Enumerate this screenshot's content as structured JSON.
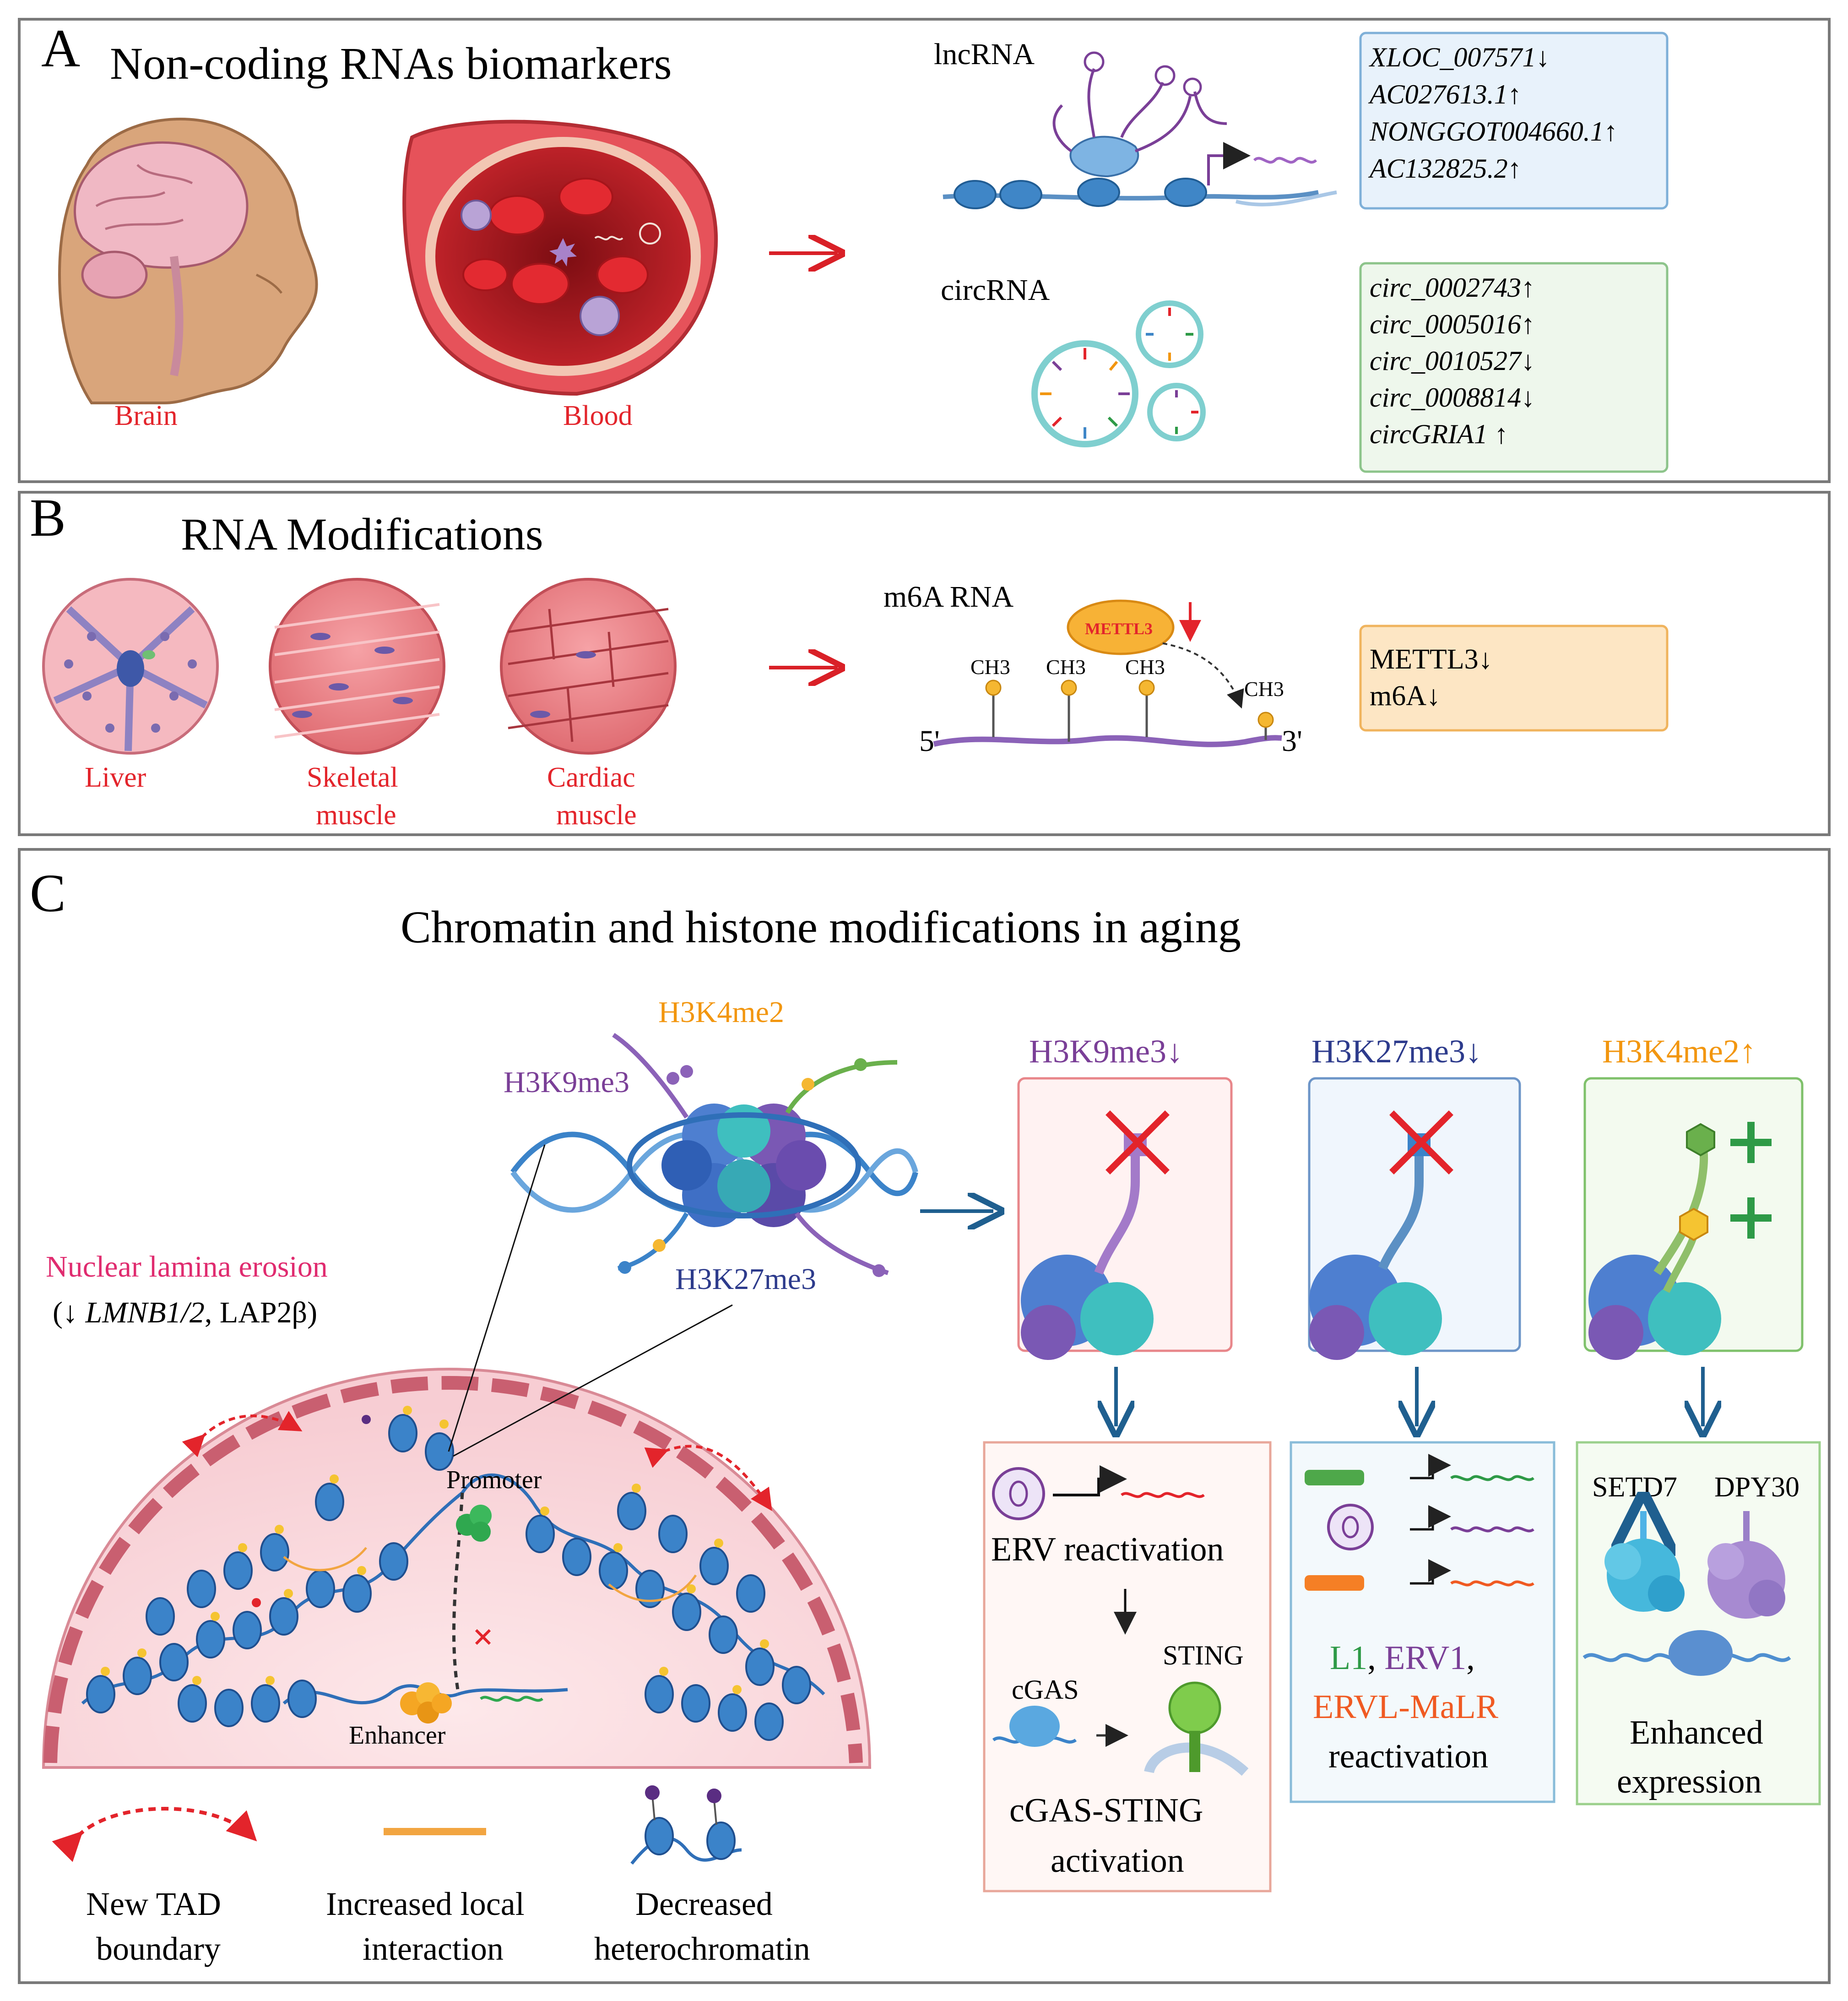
{
  "panelA": {
    "letter": "A",
    "title": "Non-coding RNAs biomarkers",
    "brain_label": "Brain",
    "blood_label": "Blood",
    "lncrna_title": "lncRNA",
    "circrna_title": "circRNA",
    "lncrna_markers": [
      "XLOC_007571↓",
      "AC027613.1↑",
      "NONGGOT004660.1↑",
      "AC132825.2↑"
    ],
    "circrna_markers": [
      "circ_0002743↑",
      "circ_0005016↑",
      "circ_0010527↓",
      "circ_0008814↓",
      "circGRIA1 ↑"
    ]
  },
  "panelB": {
    "letter": "B",
    "title": "RNA Modifications",
    "tissue_labels": [
      "Liver",
      "Skeletal",
      "muscle",
      "Cardiac",
      "muscle"
    ],
    "m6a_title": "m6A RNA",
    "enzyme_label": "METTL3",
    "ch3_label": "CH3",
    "five_prime": "5'",
    "three_prime": "3'",
    "markers": [
      "METTL3↓",
      "m6A↓"
    ]
  },
  "panelC": {
    "letter": "C",
    "title": "Chromatin and histone modifications in aging",
    "nucleosome_marks": {
      "h3k4me2": "H3K4me2",
      "h3k9me3": "H3K9me3",
      "h3k27me3": "H3K27me3"
    },
    "lamina_title": "Nuclear lamina erosion",
    "lamina_sub_open": "(↓ ",
    "lamina_sub_genes": "LMNB1/2",
    "lamina_sub_close": ", LAP2β)",
    "promoter_label": "Promoter",
    "enhancer_label": "Enhancer",
    "col1_title": "H3K9me3↓",
    "col2_title": "H3K27me3↓",
    "col3_title": "H3K4me2↑",
    "col1_result1": "ERV reactivation",
    "col1_cgas": "cGAS",
    "col1_sting": "STING",
    "col1_result2_line1": "cGAS-STING",
    "col1_result2_line2": "activation",
    "col2_l1": "L1",
    "col2_sep1": ", ",
    "col2_erv1": "ERV1",
    "col2_sep2": ",",
    "col2_ervl": "ERVL-MaLR",
    "col2_result": "reactivation",
    "col3_enzyme1": "SETD7",
    "col3_enzyme2": "DPY30",
    "col3_result_line1": "Enhanced",
    "col3_result_line2": "expression",
    "legend1_line1": "New TAD",
    "legend1_line2": "boundary",
    "legend2_line1": "Increased local",
    "legend2_line2": "interaction",
    "legend3_line1": "Decreased",
    "legend3_line2": "heterochromatin"
  },
  "colors": {
    "red_label": "#e3242b",
    "purple": "#7a3f97",
    "navy": "#2d3b8c",
    "orange": "#f2960f",
    "green": "#2e9a47",
    "orange_red": "#f05a22",
    "arrow_blue": "#1f5f8f"
  }
}
